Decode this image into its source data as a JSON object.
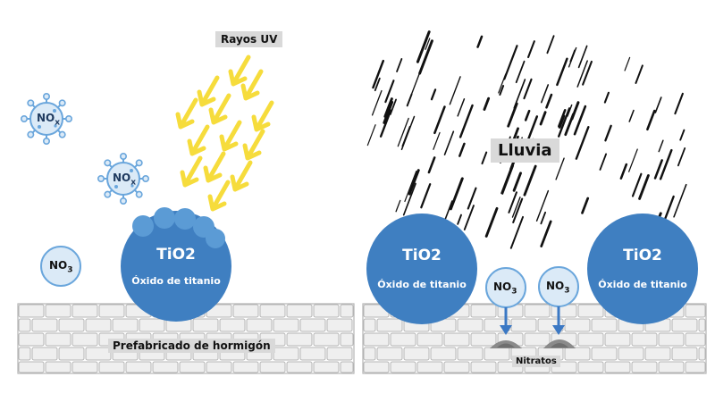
{
  "left_panel": {
    "uv_label": "Rayos UV",
    "nox_molecules": [
      {
        "formula": "NO",
        "sub": "x"
      },
      {
        "formula": "NO",
        "sub": "x"
      }
    ],
    "no3_molecule": {
      "formula": "NO",
      "sub": "3"
    },
    "catalyst": {
      "formula": "TiO2",
      "name": "Óxido de titanio"
    },
    "surface_label": "Prefabricado de hormigón"
  },
  "right_panel": {
    "rain_label": "Lluvia",
    "catalysts": [
      {
        "formula": "TiO2",
        "name": "Óxido de titanio"
      },
      {
        "formula": "TiO2",
        "name": "Óxido de titanio"
      }
    ],
    "no3_molecules": [
      {
        "formula": "NO",
        "sub": "3"
      },
      {
        "formula": "NO",
        "sub": "3"
      }
    ],
    "nitrates_label": "Nitratos"
  },
  "colors": {
    "catalyst_blue": "#3f7fc1",
    "bubble_blue": "#5b9bd5",
    "molecule_fill": "#dbeaf7",
    "molecule_stroke": "#6aa6dc",
    "uv_yellow": "#f6dc3c",
    "brick_fill": "#efefef",
    "brick_stroke": "#b4b4b4",
    "arrow_blue": "#3b78c4",
    "rain_black": "#111111"
  },
  "icons": [
    "virus-molecule-icon",
    "uv-arrow-icon",
    "raindrop-streak-icon",
    "down-arrow-icon",
    "sediment-pile-icon"
  ]
}
